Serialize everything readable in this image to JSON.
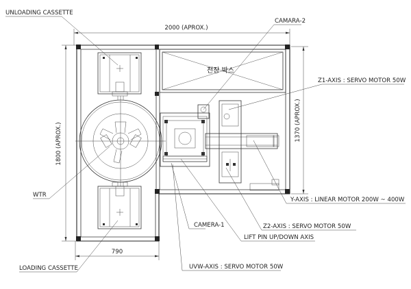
{
  "dimensions": {
    "top_width": "2000 (APROX.)",
    "left_height": "1800 (APROX.)",
    "right_height": "1370 (APROX.)",
    "bottom_width": "790"
  },
  "panel_text": "전장 박스",
  "callouts": {
    "unloading_cassette": "UNLOADING CASSETTE",
    "camara_2": "CAMARA-2",
    "z1_axis": "Z1-AXIS : SERVO MOTOR 50W",
    "y_axis": "Y-AXIS : LINEAR MOTOR 200W ~ 400W",
    "wtr": "WTR",
    "z2_axis": "Z2-AXIS : SERVO MOTOR 50W",
    "camera_1": "CAMERA-1",
    "lift_pin": "LIFT PIN UP/DOWN AXIS",
    "loading_cassette": "LOADING CASSETTE",
    "uvw_axis": "UVW-AXIS : SERVO MOTOR 50W"
  }
}
